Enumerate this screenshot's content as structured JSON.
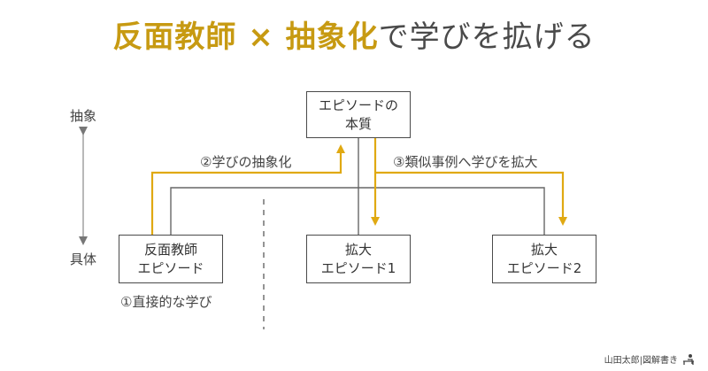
{
  "title": {
    "part1": "反面教師",
    "sep": " × ",
    "part2": "抽象化",
    "part3": "で学びを拡げる"
  },
  "axis": {
    "top_label": "抽象",
    "bottom_label": "具体"
  },
  "boxes": {
    "essence": [
      "エピソードの",
      "本質"
    ],
    "negative_example": [
      "反面教師",
      "エピソード"
    ],
    "extended_1": [
      "拡大",
      "エピソード1"
    ],
    "extended_2": [
      "拡大",
      "エピソード2"
    ]
  },
  "labels": {
    "step1": "①直接的な学び",
    "step2": "②学びの抽象化",
    "step3": "③類似事例へ学びを拡大"
  },
  "credit": "山田太郎|図解書き",
  "colors": {
    "accent": "#c79a12",
    "line": "#666666",
    "text": "#3a3a3a"
  }
}
